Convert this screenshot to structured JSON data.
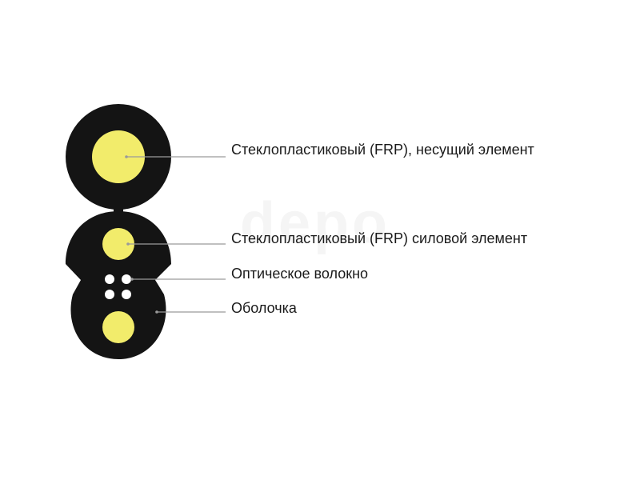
{
  "labels": {
    "carrier_element": "Стеклопластиковый (FRP), несущий элемент",
    "strength_member": "Стеклопластиковый (FRP) силовой элемент",
    "optical_fiber": "Оптическое волокно",
    "sheath": "Оболочка"
  },
  "watermark": "depo",
  "colors": {
    "jacket": "#141414",
    "frp": "#f2ec6b",
    "fiber": "#ffffff",
    "leader_line": "#9a9a9a",
    "background": "#ffffff"
  }
}
